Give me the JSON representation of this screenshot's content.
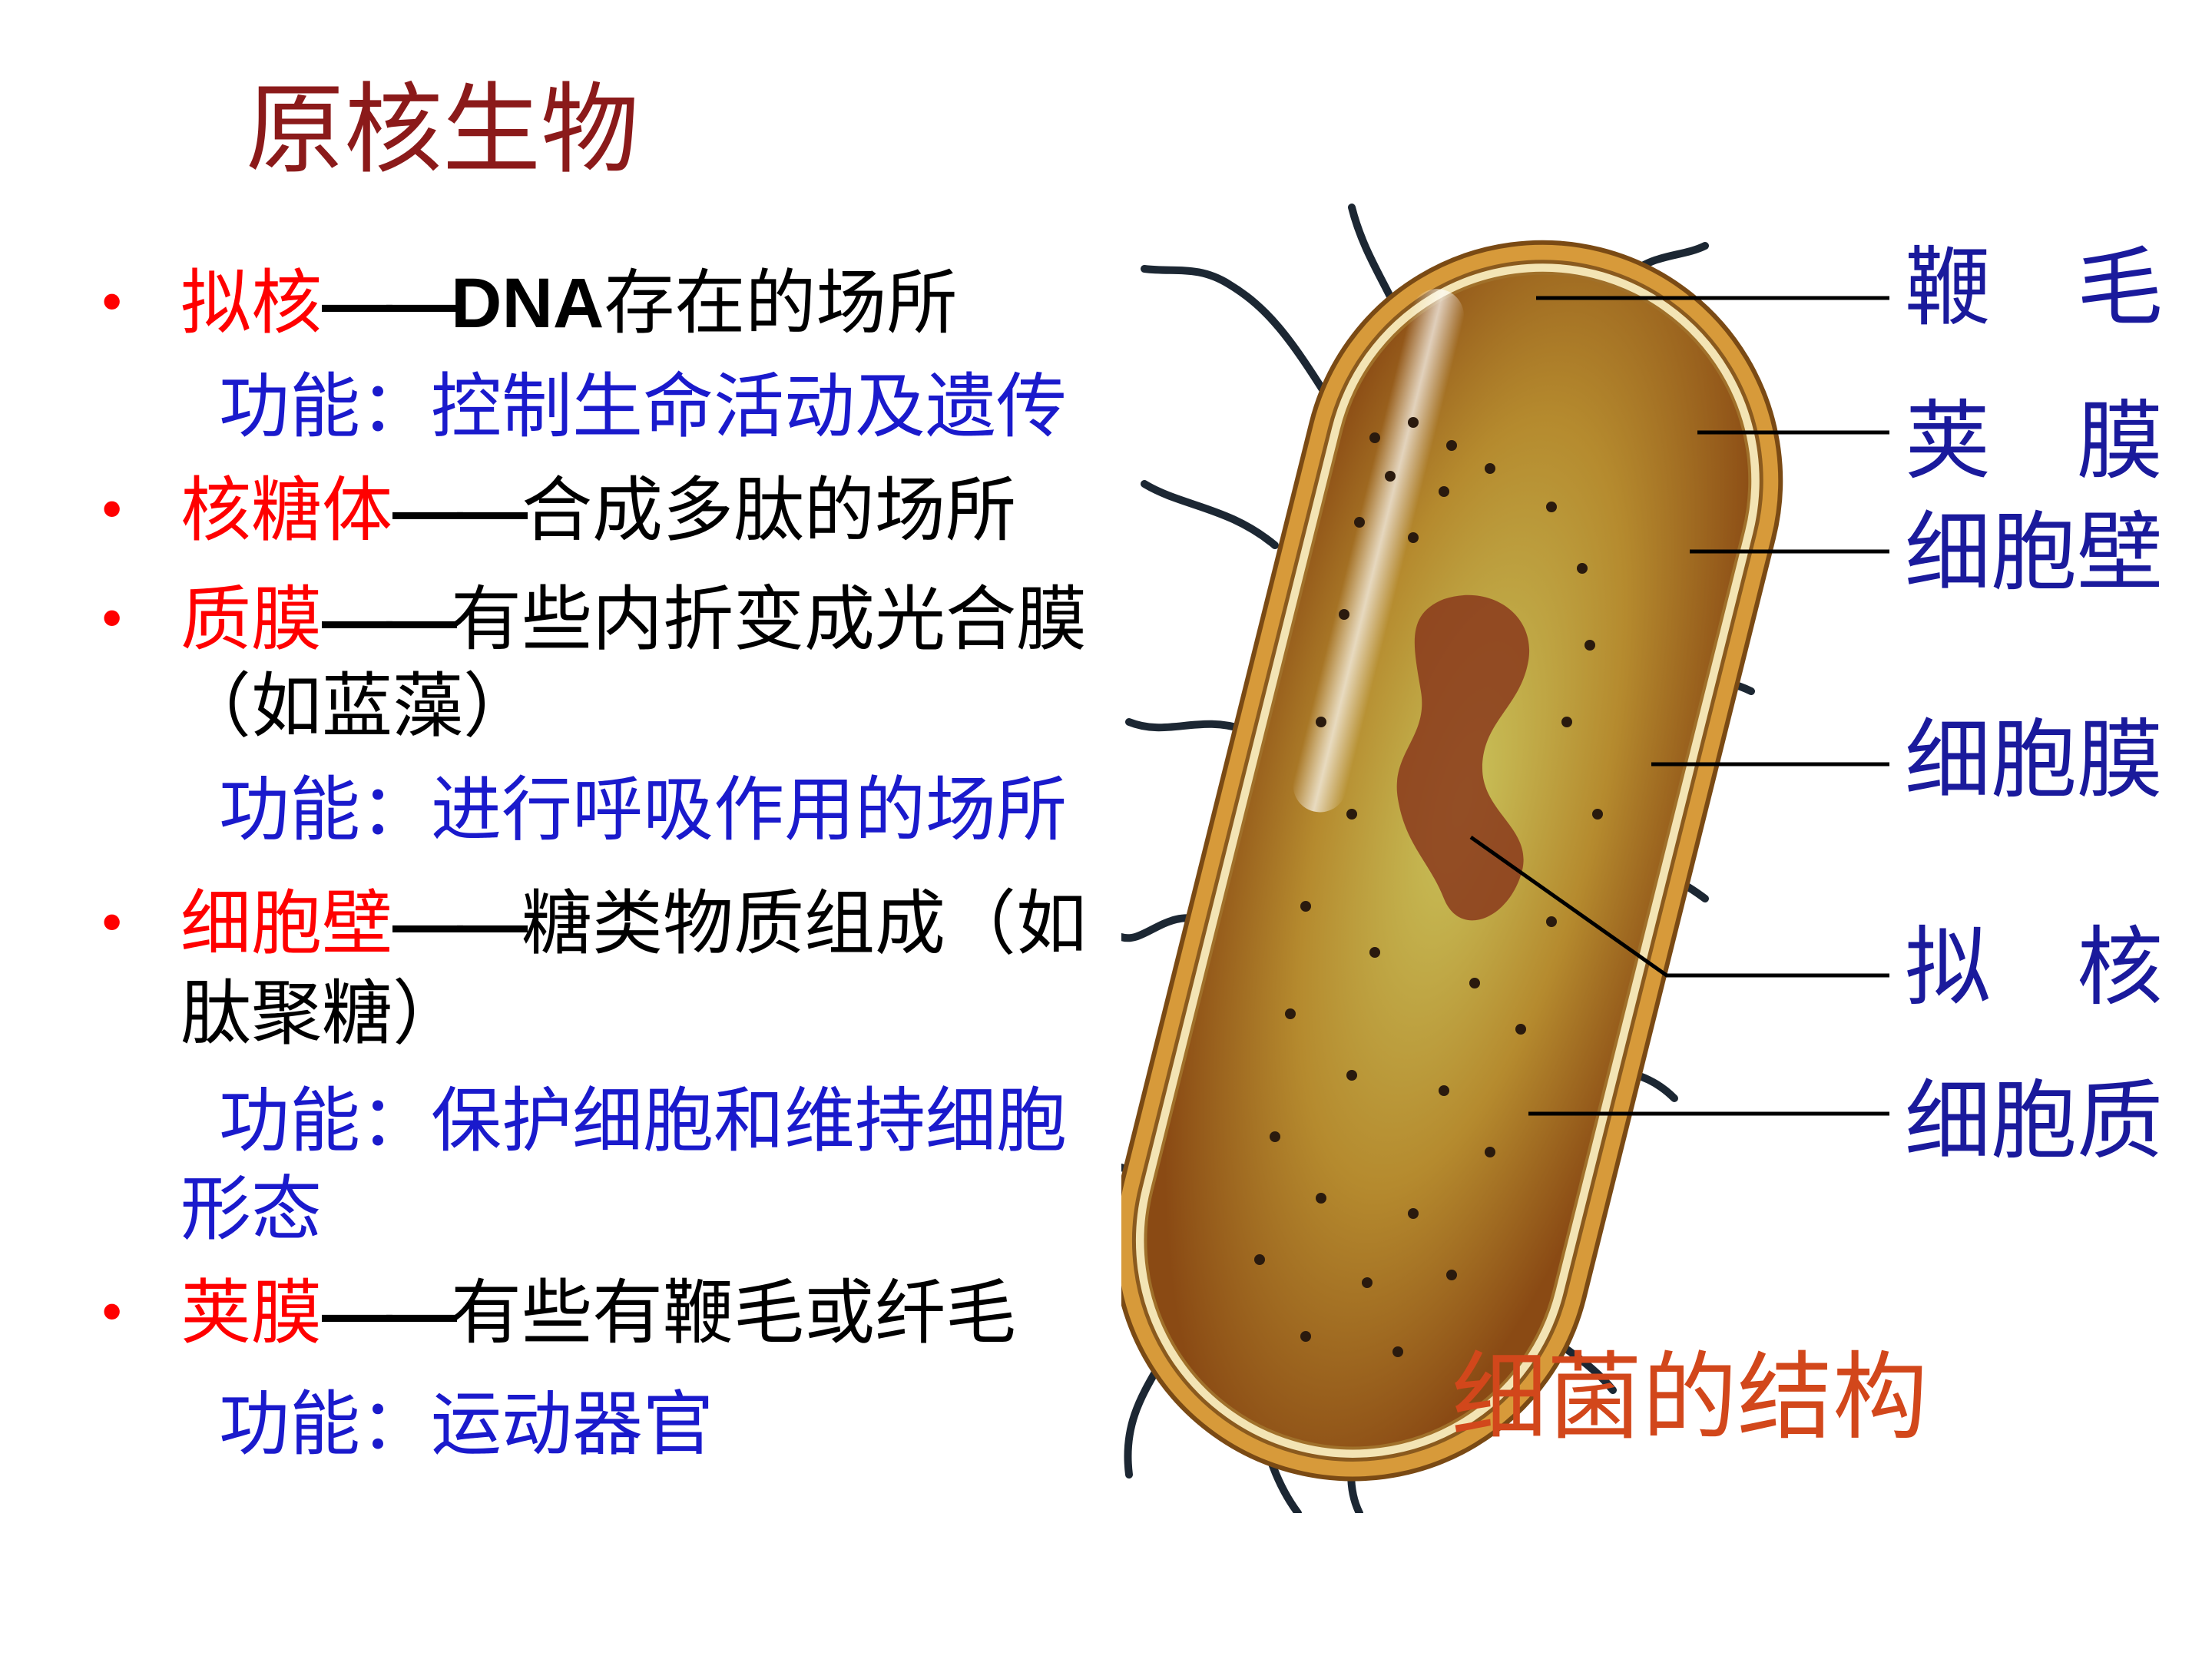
{
  "title": "原核生物",
  "bullets": [
    {
      "term": "拟核",
      "dash": "——",
      "lead": "DNA",
      "desc": "存在的场所"
    },
    {
      "function_label": "功能：",
      "function": "控制生命活动及遗传"
    },
    {
      "term": "核糖体",
      "dash": "——",
      "desc": "合成多肽的场所"
    },
    {
      "term": "质膜",
      "dash": "——",
      "desc": "有些内折变成光合膜",
      "desc2": "（如蓝藻）"
    },
    {
      "function_label": "功能：",
      "function": "进行呼吸作用的场所"
    },
    {
      "term": "细胞壁",
      "dash": "——",
      "desc": "糖类物质组成（如",
      "desc2": "肽聚糖）"
    },
    {
      "function_label": "功能：",
      "function": "保护细胞和维持细胞",
      "function2": "形态"
    },
    {
      "term": "荚膜",
      "dash": "——",
      "desc": "有些有鞭毛或纤毛"
    },
    {
      "function_label": "功能：",
      "function": "运动器官"
    }
  ],
  "diagram": {
    "labels": [
      "鞭　毛",
      "荚　膜",
      "细胞壁",
      "细胞膜",
      "拟　核",
      "细胞质"
    ],
    "caption": "细菌的结构"
  },
  "colors": {
    "title": "#8b1a1a",
    "term": "#ff0000",
    "function": "#1a1acc",
    "label": "#1a1a9c",
    "caption": "#d2471b"
  }
}
